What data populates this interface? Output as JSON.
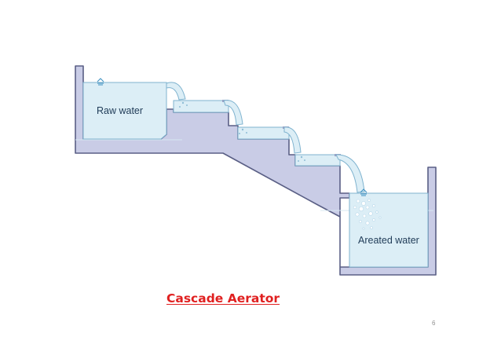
{
  "slide": {
    "diagram": {
      "tanks": {
        "raw": {
          "label": "Raw water"
        },
        "aerated": {
          "label": "Areated water"
        }
      },
      "colors": {
        "structure_fill": "#c9cce6",
        "structure_stroke": "#5a5f85",
        "water_fill": "#dceef6",
        "water_stroke": "#7fb3cf",
        "label_text": "#1f3b57"
      },
      "icons": [
        "water-surface-icon",
        "air-bubbles-icon"
      ]
    },
    "caption": "Cascade Aerator",
    "caption_color": "#e02020",
    "page_number": "6"
  }
}
